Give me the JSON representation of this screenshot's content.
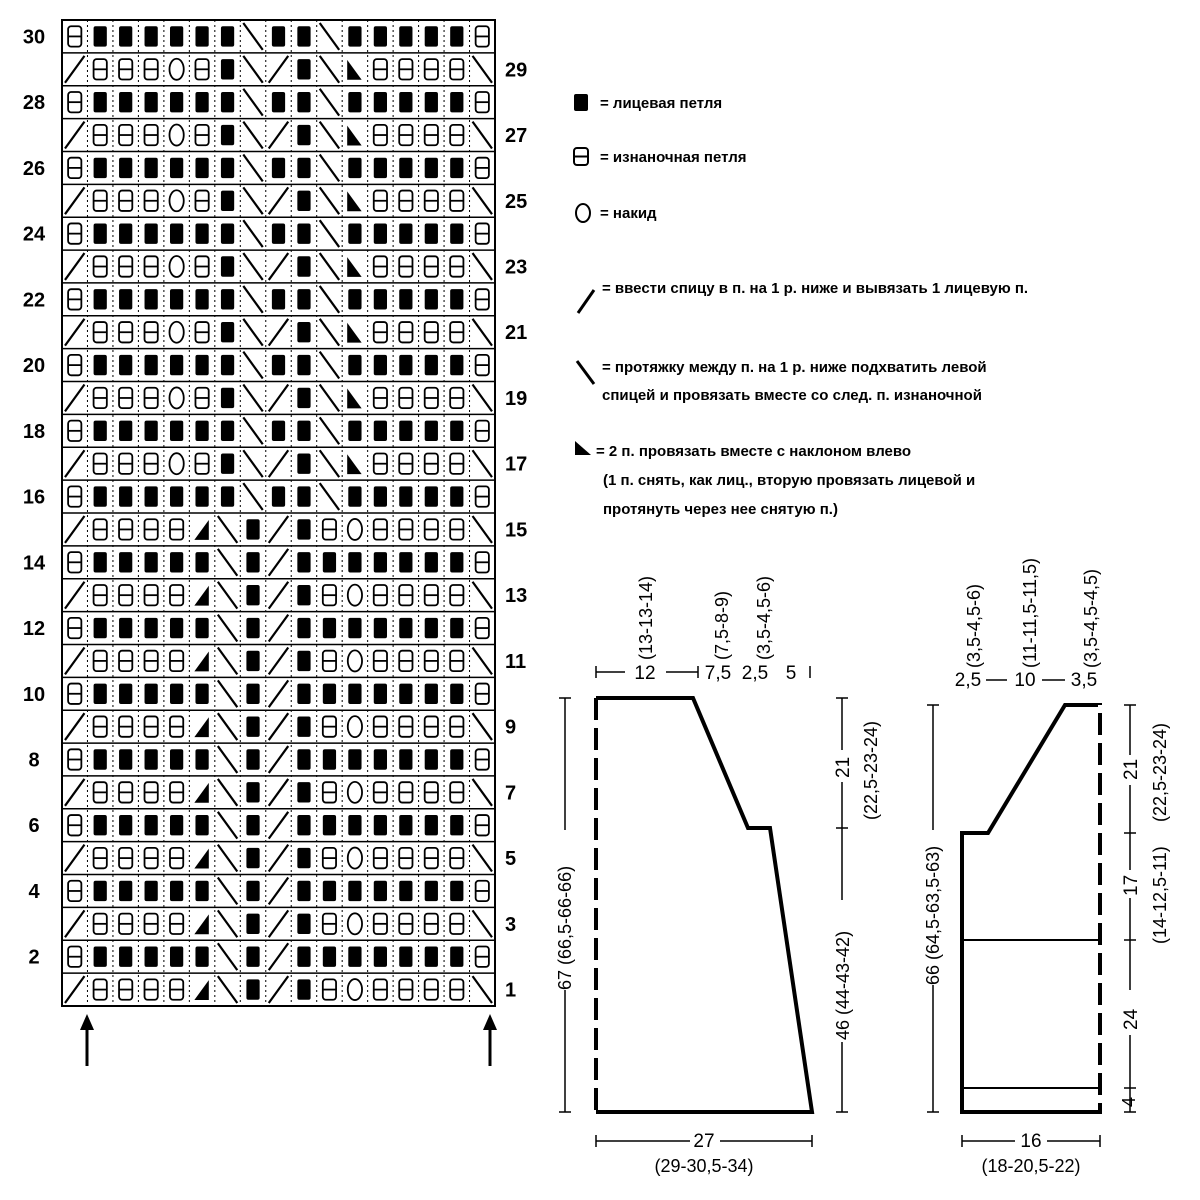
{
  "chart": {
    "columns": 17,
    "rows": 30,
    "row_labels_left": [
      "30",
      "28",
      "26",
      "24",
      "22",
      "20",
      "18",
      "16",
      "14",
      "12",
      "10",
      "8",
      "6",
      "4",
      "2"
    ],
    "row_labels_right": [
      "29",
      "27",
      "25",
      "23",
      "21",
      "19",
      "17",
      "15",
      "13",
      "11",
      "9",
      "7",
      "5",
      "3",
      "1"
    ],
    "odd_row_A": [
      "rs",
      "p",
      "p",
      "p",
      "o",
      "p",
      "k",
      "ls",
      "rs",
      "k",
      "ls",
      "dec",
      "p",
      "p",
      "p",
      "p",
      "ls"
    ],
    "odd_row_B": [
      "rs",
      "p",
      "p",
      "p",
      "p",
      "lt",
      "ls",
      "k",
      "rs",
      "k",
      "p",
      "o",
      "p",
      "p",
      "p",
      "p",
      "ls"
    ],
    "even_row_A": [
      "p",
      "k",
      "k",
      "k",
      "k",
      "k",
      "k",
      "ls",
      "k",
      "k",
      "ls",
      "k",
      "k",
      "k",
      "k",
      "k",
      "p"
    ],
    "even_row_B": [
      "p",
      "k",
      "k",
      "k",
      "k",
      "k",
      "ls",
      "k",
      "rs",
      "k",
      "k",
      "k",
      "k",
      "k",
      "k",
      "k",
      "p"
    ]
  },
  "legend": [
    {
      "symbol": "knit",
      "text": "= лицевая петля"
    },
    {
      "symbol": "purl",
      "text": "= изнаночная петля"
    },
    {
      "symbol": "yarnover",
      "text": "= накид"
    },
    {
      "symbol": "slash",
      "text": "= ввести спицу в п. на 1 р. ниже и вывязать 1 лицевую п."
    },
    {
      "symbol": "backslash",
      "text": "= протяжку между п. на 1 р. ниже подхватить левой",
      "text2": "спицей и провязать вместе со след. п. изнаночной"
    },
    {
      "symbol": "dec",
      "text": "= 2 п. провязать вместе с наклоном влево",
      "text2": "(1 п. снять, как лиц., вторую провязать лицевой и",
      "text3": "протянуть через нее снятую п.)"
    }
  ],
  "back": {
    "top_rotated": [
      "(13-13-14)",
      "(7,5-8-9)",
      "(3,5-4,5-6)"
    ],
    "top_labels": [
      "12",
      "7,5",
      "2,5",
      "5"
    ],
    "height": "67 (66,5-66-66)",
    "armhole": "21",
    "armhole_alt": "(22,5-23-24)",
    "side": "46 (44-43-42)",
    "width": "27",
    "width_alt": "(29-30,5-34)"
  },
  "sleeve": {
    "top_rotated": [
      "(3,5-4,5-6)",
      "(11-11,5-11,5)",
      "(3,5-4,5-4,5)"
    ],
    "top_labels": [
      "2,5",
      "10",
      "3,5"
    ],
    "height": "66 (64,5-63,5-63)",
    "cap": "21",
    "cap_alt": "(22,5-23-24)",
    "mid": "17",
    "mid_alt": "(14-12,5-11)",
    "lower": "24",
    "cuff": "4",
    "width": "16",
    "width_alt": "(18-20,5-22)"
  },
  "colors": {
    "ink": "#000000",
    "paper": "#ffffff"
  }
}
